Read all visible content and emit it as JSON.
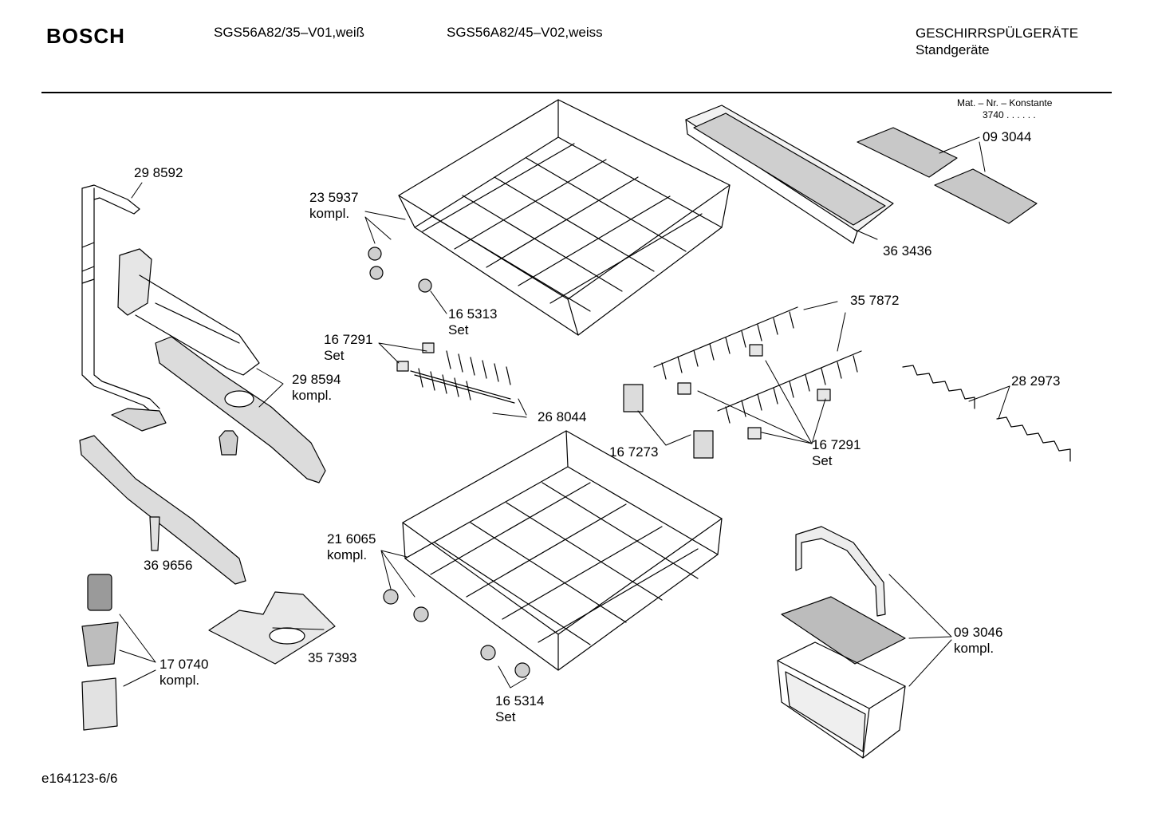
{
  "header": {
    "brand": "BOSCH",
    "model_1": "SGS56A82/35–V01,weiß",
    "model_2": "SGS56A82/45–V02,weiss",
    "category": "GESCHIRRSPÜLGERÄTE",
    "subcategory": "Standgeräte"
  },
  "constant": {
    "label": "Mat. – Nr. – Konstante",
    "value": "3740 . . . . . ."
  },
  "parts": [
    {
      "number": "29 8592",
      "note": ""
    },
    {
      "number": "23 5937",
      "note": "kompl."
    },
    {
      "number": "16 5313",
      "note": "Set"
    },
    {
      "number": "16 7291",
      "note": "Set"
    },
    {
      "number": "29 8594",
      "note": "kompl."
    },
    {
      "number": "26 8044",
      "note": ""
    },
    {
      "number": "36 9656",
      "note": ""
    },
    {
      "number": "21 6065",
      "note": "kompl."
    },
    {
      "number": "35 7393",
      "note": ""
    },
    {
      "number": "17 0740",
      "note": "kompl."
    },
    {
      "number": "16 5314",
      "note": "Set"
    },
    {
      "number": "09 3044",
      "note": ""
    },
    {
      "number": "36 3436",
      "note": ""
    },
    {
      "number": "35 7872",
      "note": ""
    },
    {
      "number": "28 2973",
      "note": ""
    },
    {
      "number": "16 7273",
      "note": ""
    },
    {
      "number": "16 7291",
      "note": "Set"
    },
    {
      "number": "09 3046",
      "note": "kompl."
    }
  ],
  "footer": {
    "drawing_id": "e164123-6/6"
  }
}
